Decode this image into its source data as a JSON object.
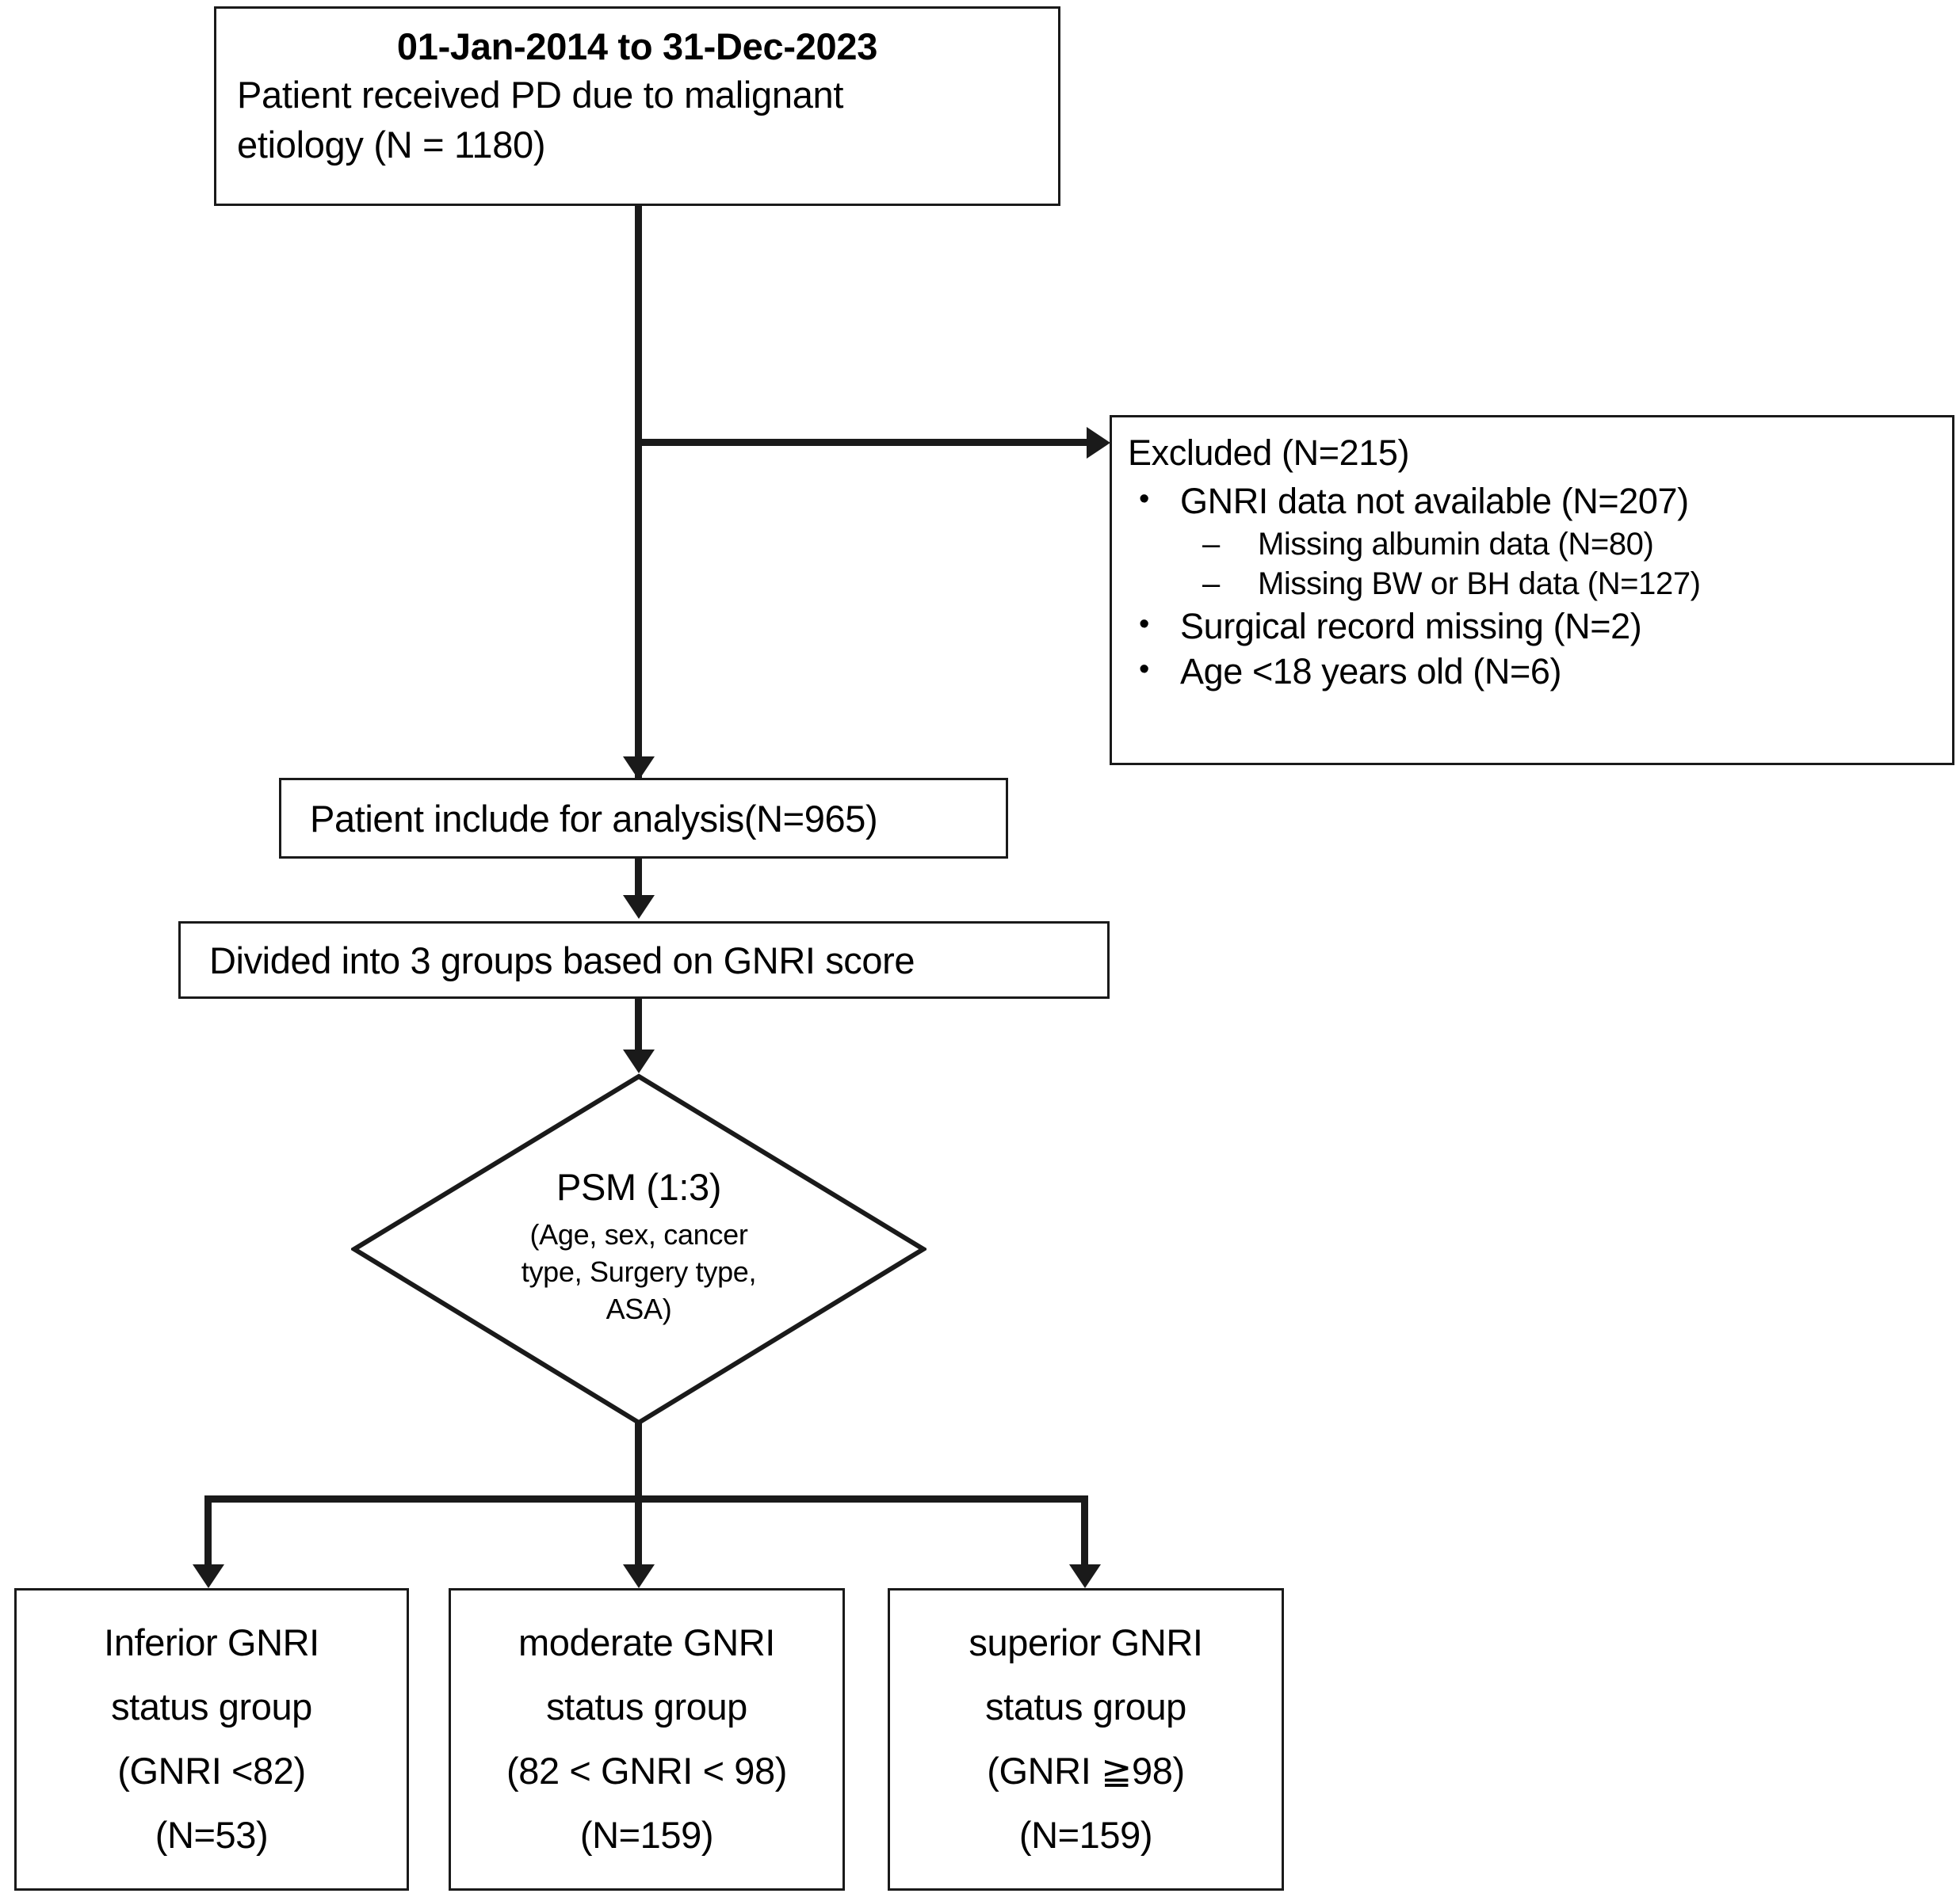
{
  "diagram": {
    "type": "study-flow-chart",
    "nodes": {
      "cohort": {
        "title": "01-Jan-2014 to 31-Dec-2023",
        "line1": "Patient received PD due to malignant",
        "line2": "etiology (N = 1180)"
      },
      "excluded": {
        "heading": "Excluded (N=215)",
        "items": [
          {
            "bullet": "•",
            "label": "GNRI data not available (N=207)",
            "sub": [
              {
                "dash": "–",
                "label": "Missing albumin data (N=80)"
              },
              {
                "dash": "–",
                "label": "Missing BW or BH data (N=127)"
              }
            ]
          },
          {
            "bullet": "•",
            "label": "Surgical record missing (N=2)",
            "sub": []
          },
          {
            "bullet": "•",
            "label": "Age <18 years old (N=6)",
            "sub": []
          }
        ]
      },
      "included": {
        "label": "Patient include for analysis(N=965)"
      },
      "divided": {
        "label": "Divided into 3 groups based on GNRI score"
      },
      "psm": {
        "title": "PSM (1:3)",
        "sub_line1": "(Age, sex, cancer",
        "sub_line2": "type, Surgery type,",
        "sub_line3": "ASA)"
      },
      "outcomes": [
        {
          "line1": "Inferior GNRI",
          "line2": "status group",
          "line3": "(GNRI <82)",
          "line4": "(N=53)"
        },
        {
          "line1": "moderate GNRI",
          "line2": "status group",
          "line3": "(82 < GNRI < 98)",
          "line4": "(N=159)"
        },
        {
          "line1": "superior GNRI",
          "line2": "status group",
          "line3": "(GNRI ≧98)",
          "line4": "(N=159)"
        }
      ]
    },
    "colors": {
      "stroke": "#1a1a1a",
      "fill": "#ffffff",
      "text": "#000000"
    }
  }
}
